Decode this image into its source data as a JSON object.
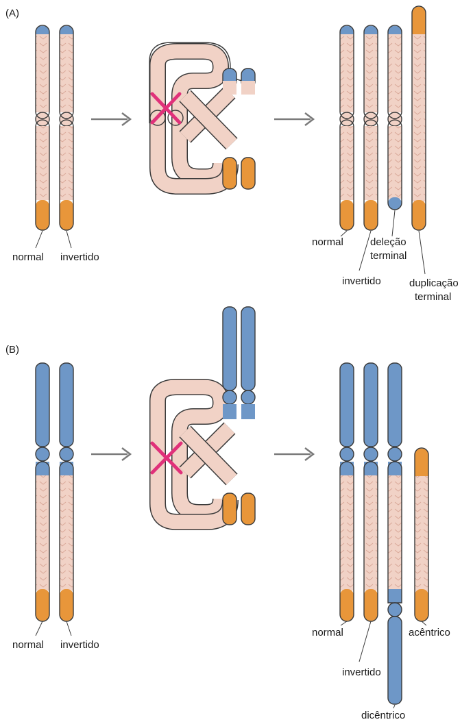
{
  "colors": {
    "pink": "#f1d2c6",
    "pink_edge": "#3a3a3a",
    "blue": "#6e97c7",
    "orange": "#e8963a",
    "crossover": "#e0317a",
    "arrow": "#7a7a7a"
  },
  "panel_a": {
    "label": "(A)",
    "left_labels": {
      "normal": "normal",
      "inverted": "invertido"
    },
    "result_labels": {
      "normal": "normal",
      "inverted": "invertido",
      "deletion_1": "deleção",
      "deletion_2": "terminal",
      "duplication_1": "duplicação",
      "duplication_2": "terminal"
    }
  },
  "panel_b": {
    "label": "(B)",
    "left_labels": {
      "normal": "normal",
      "inverted": "invertido"
    },
    "result_labels": {
      "normal": "normal",
      "inverted": "invertido",
      "acentric": "acêntrico",
      "dicentric": "dicêntrico"
    }
  }
}
